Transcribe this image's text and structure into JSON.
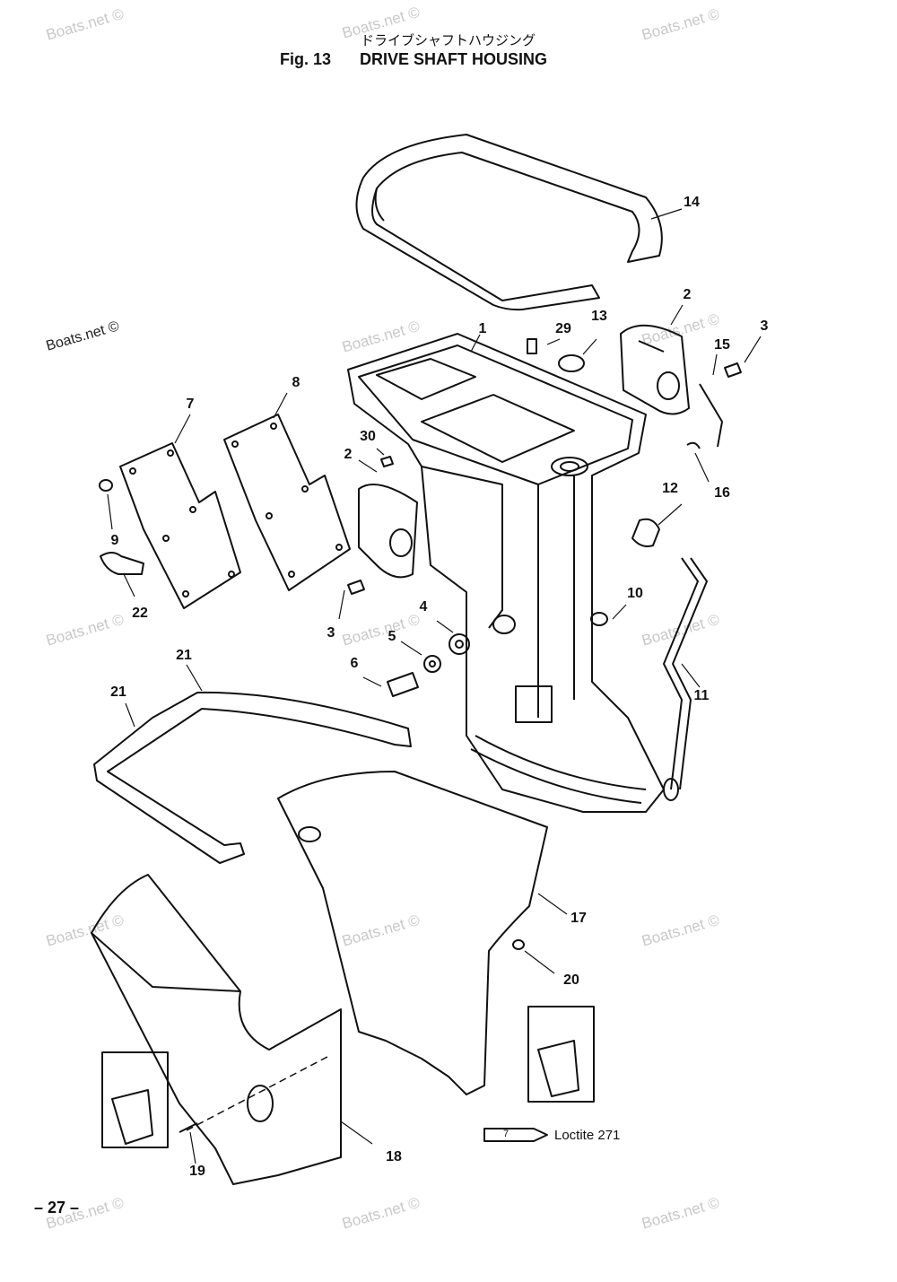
{
  "header": {
    "subtitle_jp": "ドライブシャフトハウジング",
    "fig_label": "Fig. 13",
    "title": "DRIVE SHAFT HOUSING"
  },
  "watermark": "Boats.net ©",
  "callouts": [
    "1",
    "2",
    "2",
    "3",
    "3",
    "4",
    "5",
    "6",
    "7",
    "8",
    "9",
    "10",
    "11",
    "12",
    "13",
    "14",
    "15",
    "16",
    "17",
    "18",
    "19",
    "20",
    "21",
    "21",
    "22",
    "29",
    "30"
  ],
  "legend": {
    "tube_label": "7",
    "text": "Loctite 271"
  },
  "page_number": "– 27 –"
}
